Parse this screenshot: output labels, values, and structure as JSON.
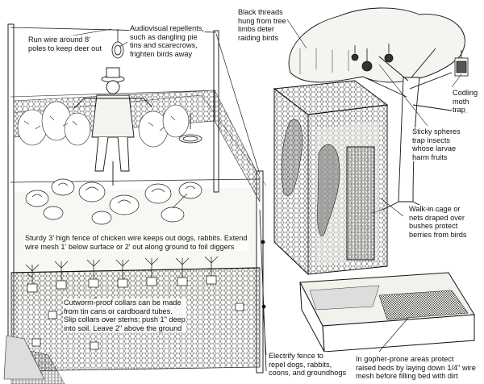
{
  "labels": {
    "deer_wire": [
      "Run wire around 8'",
      "poles to keep deer out"
    ],
    "repellents": [
      "Audiovisual repellents,",
      "such as dangling pie",
      "tins and scarecrows,",
      "frighten birds away"
    ],
    "threads": [
      "Black threads",
      "hung from tree",
      "limbs deter",
      "raiding birds"
    ],
    "codling": [
      "Codling",
      "moth",
      "trap"
    ],
    "spheres": [
      "Sticky spheres",
      "trap insects",
      "whose larvae",
      "harm fruits"
    ],
    "cage": [
      "Walk-in cage or",
      "nets draped over",
      "bushes protect",
      "berries from birds"
    ],
    "chicken_wire": [
      "Sturdy 3' high fence of chicken wire keeps out dogs, rabbits. Extend",
      "wire mesh 1' below surface or 2' out along ground to foil diggers"
    ],
    "collars": [
      "Cutworm-proof collars can be made",
      "from tin cans or cardboard tubes.",
      "Slip collars over stems; push 1\" deep",
      "into soil. Leave 2\" above the ground"
    ],
    "electric": [
      "Electrify fence to",
      "repel dogs, rabbits,",
      "coons, and groundhogs"
    ],
    "gopher": [
      "In gopher-prone areas protect",
      "raised beds by laying down 1/4\" wire",
      "mesh before filling bed with dirt"
    ]
  }
}
